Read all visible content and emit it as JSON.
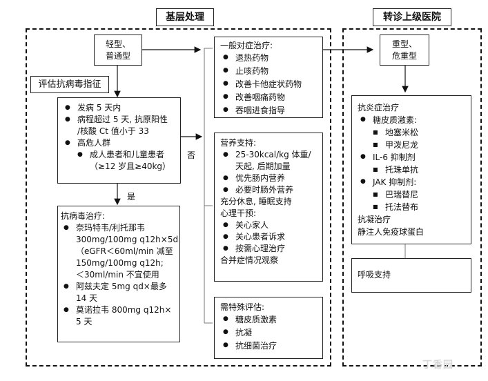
{
  "section_titles": {
    "primary_care": "基层处理",
    "referral": "转诊上级医院"
  },
  "mild_box": [
    "轻型、",
    "普通型"
  ],
  "assess_label": "评估抗病毒指征",
  "criteria": {
    "items": [
      {
        "text": "发病 5 天内"
      },
      {
        "text": "病程超过 5 天, 抗原阳性",
        "cont": [
          "/核酸 Ct 值小于 33"
        ]
      },
      {
        "text": "高危人群",
        "sub": [
          {
            "text": "成人患者和儿童患者",
            "cont": [
              "（≥12 岁且≥40kg）"
            ]
          }
        ]
      }
    ]
  },
  "yes_label": "是",
  "no_label": "否",
  "antiviral": {
    "title": "抗病毒治疗:",
    "items": [
      {
        "text": "奈玛特韦/利托那韦",
        "cont": [
          "300mg/100mg q12h×5d",
          "（eGFR＜60ml/min 减至",
          "150mg/100mg q12h;",
          "＜30ml/min 不宜使用"
        ]
      },
      {
        "text": "阿兹夫定 5mg qd×最多",
        "cont": [
          "14 天"
        ]
      },
      {
        "text": "莫诺拉韦 800mg q12h×",
        "cont": [
          "5 天"
        ]
      }
    ]
  },
  "symptomatic": {
    "title": "一般对症治疗:",
    "items": [
      "退热药物",
      "止咳药物",
      "改善卡他症状药物",
      "改善咽痛药物",
      "吞咽进食指导"
    ]
  },
  "support": {
    "title": "营养支持:",
    "nutrition": [
      {
        "text": "25-30kcal/kg 体重/",
        "cont": [
          "天起, 后期加量"
        ]
      },
      {
        "text": "优先肠内营养"
      },
      {
        "text": "必要时肠外营养"
      }
    ],
    "rest": "充分休息, 睡眠支持",
    "psych_title": "心理干预:",
    "psych": [
      "关心家人",
      "关心患者诉求",
      "按需心理治疗"
    ],
    "complication": "合并症情况观察"
  },
  "special": {
    "title": "需特殊评估:",
    "items": [
      "糖皮质激素",
      "抗凝",
      "抗细菌治疗"
    ]
  },
  "severe_box": [
    "重型、",
    "危重型"
  ],
  "anti_inflammatory": {
    "title": "抗炎症治疗",
    "groups": [
      {
        "name": "糖皮质激素:",
        "drugs": [
          "地塞米松",
          "甲泼尼龙"
        ]
      },
      {
        "name": "IL-6 抑制剂",
        "drugs": [
          "托珠单抗"
        ]
      },
      {
        "name": "JAK 抑制剂:",
        "drugs": [
          "巴瑞替尼",
          "托法替布"
        ]
      }
    ],
    "extra": [
      "抗凝治疗",
      "静注人免疫球蛋白"
    ]
  },
  "respiratory": "呼吸支持",
  "watermark": "丁香园"
}
